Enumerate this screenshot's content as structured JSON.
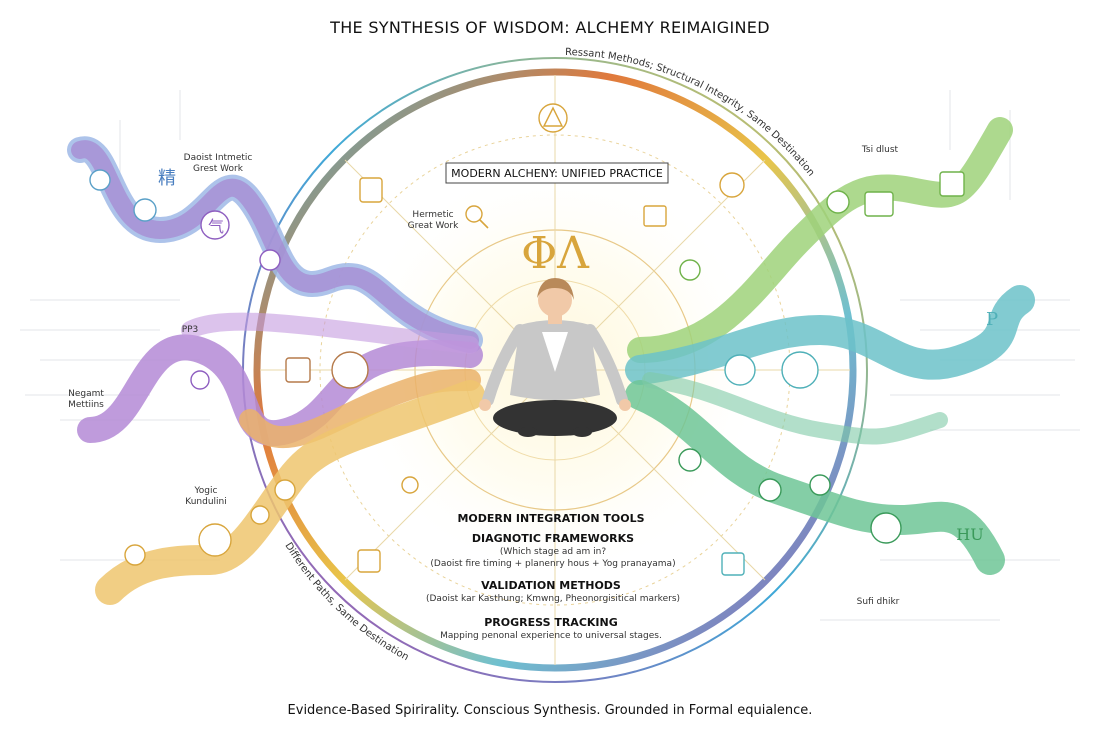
{
  "title": "THE SYNTHESIS OF WISDOM: ALCHEMY REIMAIGINED",
  "arc_top": "Ressant Methods; Structural Integrity, Same Destination",
  "arc_bottom": "Different Paths, Same Destination",
  "banner": "MODERN ALCHENY: UNIFIED PRACTICE",
  "center_symbol": "ΦΛ",
  "labels": {
    "daoist_line1": "Daoist Intmetic",
    "daoist_line2": "Grest Work",
    "hermetic_line1": "Hermetic",
    "hermetic_line2": "Great Work",
    "pp": "PP3",
    "negamt_line1": "Negamt",
    "negamt_line2": "Mettiins",
    "yogic_line1": "Yogic",
    "yogic_line2": "Kundulini",
    "tsi": "Tsi dlust",
    "p_right": "P",
    "hu": "HU",
    "sufi": "Sufi dhikr"
  },
  "tools": {
    "heading": "MODERN INTEGRATION TOOLS",
    "diag_title": "DIAGNOTIC FRAMEWORKS",
    "diag_line1": "(Which stage ad am in?",
    "diag_line2": "(Daoist fire timing + planenry hous + Yog pranayama)",
    "valid_title": "VALIDATION METHODS",
    "valid_line1": "(Daoist kar Kasthung; Kmwng, Pheonorgisitical markers)",
    "progress_title": "PROGRESS TRACKING",
    "progress_line1": "Mapping penonal experience to universal stages."
  },
  "footer": "Evidence-Based Spirirality. Conscious Synthesis. Grounded in Formal equialence.",
  "glyphs": {
    "jing": "精",
    "qi": "气"
  },
  "colors": {
    "purple": "#9b6fc7",
    "blue": "#6aa6d6",
    "orange": "#e9b45a",
    "green": "#8cc26a",
    "teal": "#4fb0b8",
    "gold": "#d8a53c"
  }
}
